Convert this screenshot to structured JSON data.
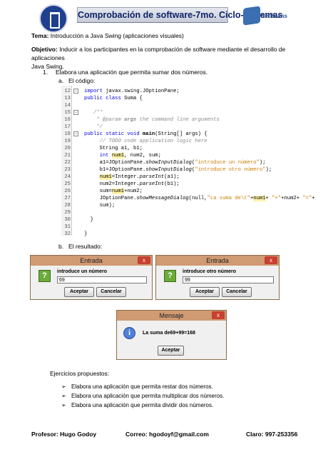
{
  "header": {
    "title": "Comprobación de software-7mo. Ciclo-Sistemas",
    "right_logo_text": "NetBeans"
  },
  "tema": {
    "label": "Tema:",
    "text": "Introducción a Java Swing (aplicaciones visuales)"
  },
  "objetivo": {
    "label": "Objetivo:",
    "text_line1": "Inducir a los participantes en la comprobación de software mediante el desarrollo de aplicaciones",
    "text_line2": "Java Swing."
  },
  "item1": {
    "number": "1.",
    "text": "Elabora una aplicación que permita sumar dos números."
  },
  "sub_a": {
    "letter": "a.",
    "text": "El código:"
  },
  "sub_b": {
    "letter": "b.",
    "text": "El resultado:"
  },
  "code": {
    "line_numbers": [
      "12",
      "13",
      "14",
      "15",
      "16",
      "17",
      "18",
      "19",
      "20",
      "21",
      "22",
      "23",
      "24",
      "25",
      "26",
      "27",
      "28",
      "29",
      "30",
      "31",
      "32"
    ]
  },
  "dialog1": {
    "title": "Entrada",
    "close": "x",
    "icon": "question-icon",
    "icon_glyph": "?",
    "label": "introduce un número",
    "value": "69",
    "ok": "Aceptar",
    "cancel": "Cancelar"
  },
  "dialog2": {
    "title": "Entrada",
    "close": "x",
    "icon": "question-icon",
    "icon_glyph": "?",
    "label": "introduce otro número",
    "value": "99",
    "ok": "Aceptar",
    "cancel": "Cancelar"
  },
  "dialog3": {
    "title": "Mensaje",
    "close": "x",
    "icon": "info-icon",
    "icon_glyph": "i",
    "message": "La suma de69+99=168",
    "ok": "Aceptar"
  },
  "ejercicios": {
    "title": "Ejercicios propuestos:",
    "items": [
      "Elabora una aplicación que permita restar dos números.",
      "Elabora una aplicación que permita multiplicar dos números.",
      "Elabora una aplicación que permita dividir dos números."
    ]
  },
  "footer": {
    "profesor": "Profesor: Hugo Godoy",
    "correo": "Correo: hgodoyf@gmail.com",
    "claro": "Claro: 997-253356"
  },
  "colors": {
    "dialog_title": "#d09a73",
    "keyword": "#0000e6",
    "string": "#ce7b00"
  }
}
